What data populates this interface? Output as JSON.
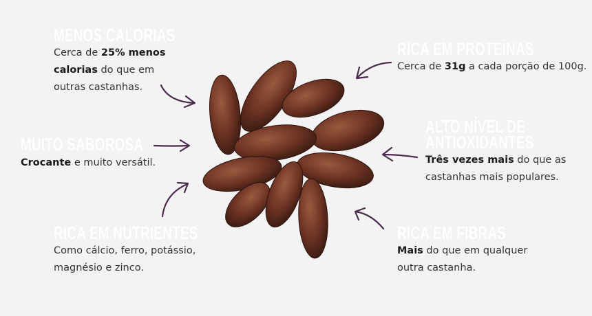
{
  "features": [
    {
      "id": "calorias",
      "title": "MENOS CALORIAS",
      "lines": [
        [
          "Cerca de ",
          {
            "b": "25% menos"
          }
        ],
        [
          {
            "b": "calorias"
          },
          " do que em"
        ],
        [
          "outras castanhas."
        ]
      ]
    },
    {
      "id": "proteinas",
      "title": "RICA EM PROTEÍNAS",
      "lines": [
        [
          "Cerca de ",
          {
            "b": "31g"
          },
          " a cada porção de 100g."
        ]
      ]
    },
    {
      "id": "saborosa",
      "title": "MUITO SABOROSA",
      "lines": [
        [
          {
            "b": "Crocante"
          },
          " e muito versátil."
        ]
      ]
    },
    {
      "id": "antioxidantes",
      "title": "ALTO NÍVEL DE",
      "title2": "ANTIOXIDANTES",
      "lines": [
        [
          {
            "b": "Três vezes mais"
          },
          " do que as"
        ],
        [
          "castanhas mais populares."
        ]
      ]
    },
    {
      "id": "nutrientes",
      "title": "RICA EM NUTRIENTES",
      "lines": [
        [
          "Como cálcio, ferro, potássio,"
        ],
        [
          "magnésio e zinco."
        ]
      ]
    },
    {
      "id": "fibras",
      "title": "RICA EM FIBRAS",
      "lines": [
        [
          {
            "b": "Mais"
          },
          " do que em qualquer"
        ],
        [
          "outra castanha."
        ]
      ]
    }
  ],
  "colors": {
    "background": "#f3f3f3",
    "arrow": "#4a2b4c",
    "nut": "#6b3222",
    "heading": "#ffffff"
  },
  "icons": [
    "arrow-icon"
  ]
}
